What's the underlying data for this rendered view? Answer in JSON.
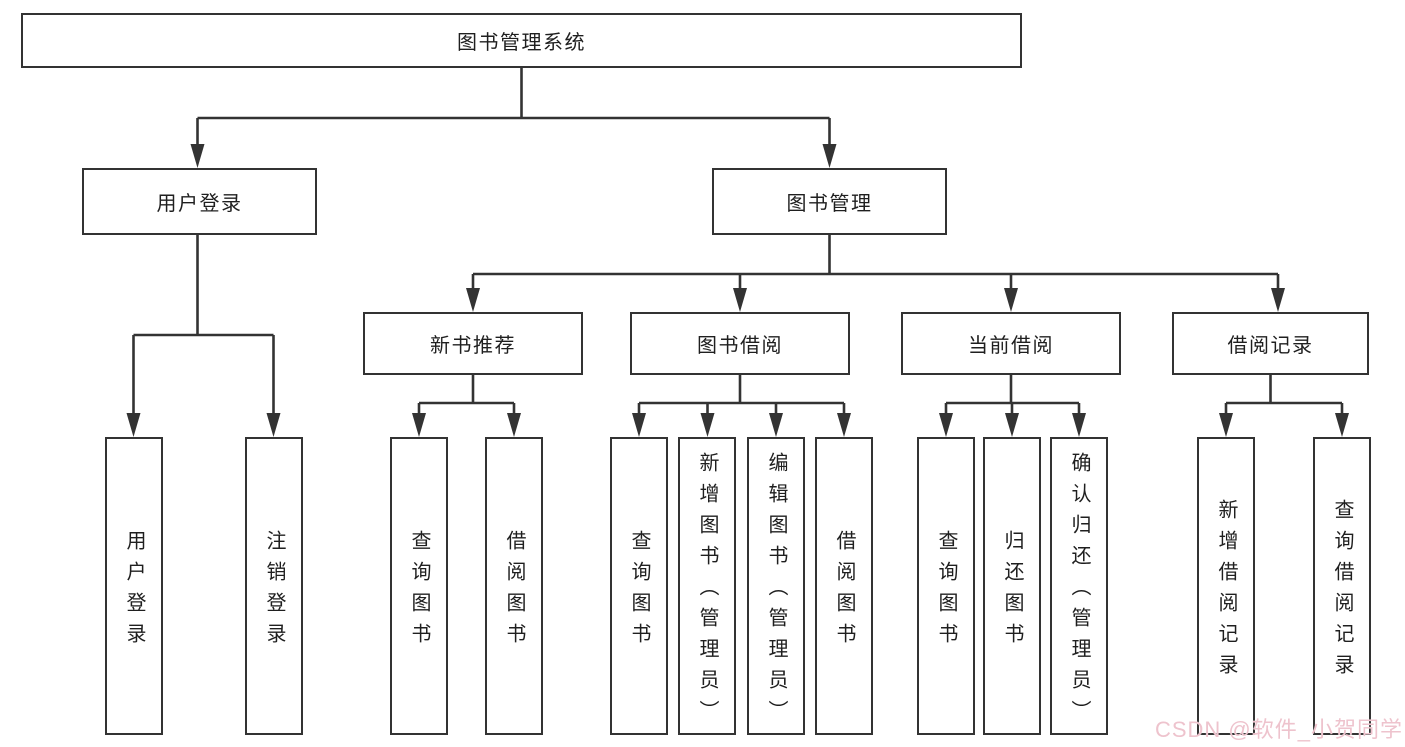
{
  "diagram": {
    "root": {
      "label": "图书管理系统"
    },
    "branches": [
      {
        "label": "用户登录",
        "children": [
          {
            "label": "用户登录"
          },
          {
            "label": "注销登录"
          }
        ]
      },
      {
        "label": "图书管理",
        "sections": [
          {
            "label": "新书推荐",
            "children": [
              {
                "label": "查询图书"
              },
              {
                "label": "借阅图书"
              }
            ]
          },
          {
            "label": "图书借阅",
            "children": [
              {
                "label": "查询图书"
              },
              {
                "label": "新增图书（管理员）"
              },
              {
                "label": "编辑图书（管理员）"
              },
              {
                "label": "借阅图书"
              }
            ]
          },
          {
            "label": "当前借阅",
            "children": [
              {
                "label": "查询图书"
              },
              {
                "label": "归还图书"
              },
              {
                "label": "确认归还（管理员）"
              }
            ]
          },
          {
            "label": "借阅记录",
            "children": [
              {
                "label": "新增借阅记录"
              },
              {
                "label": "查询借阅记录"
              }
            ]
          }
        ]
      }
    ]
  },
  "watermark": {
    "text": "CSDN @软件_小贺同学"
  },
  "colors": {
    "line": "#333333",
    "border": "#333333",
    "text": "#1f1f1f",
    "watermark_pink": "#eec3cd",
    "background": "#ffffff"
  }
}
